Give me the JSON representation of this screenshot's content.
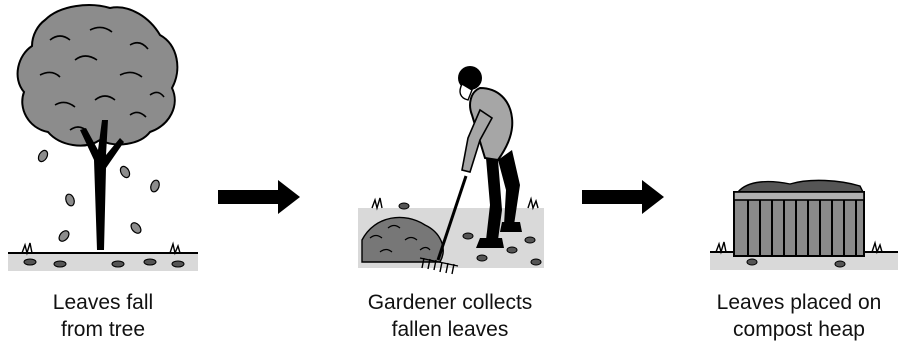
{
  "steps": [
    {
      "id": "tree",
      "icon": "tree-icon",
      "caption": [
        "Leaves fall",
        "from tree"
      ]
    },
    {
      "id": "gardener",
      "icon": "gardener-raking-icon",
      "caption": [
        "Gardener collects",
        "fallen leaves"
      ]
    },
    {
      "id": "compost",
      "icon": "compost-heap-icon",
      "caption": [
        "Leaves placed on",
        "compost heap"
      ]
    }
  ],
  "arrows": [
    "right-arrow-icon",
    "right-arrow-icon"
  ],
  "colors": {
    "foliage": "#8c8c8c",
    "ground": "#d9d9d9",
    "ink": "#000000",
    "bin": "#8a8a8a"
  }
}
